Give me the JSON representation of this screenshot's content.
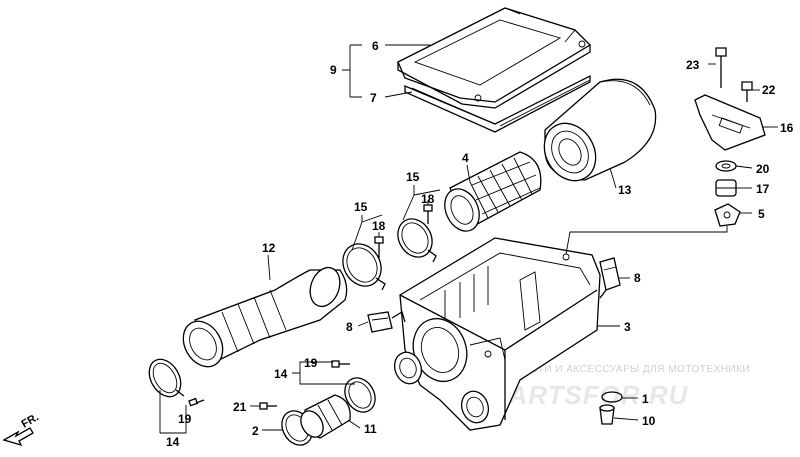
{
  "diagram": {
    "callouts": [
      {
        "id": "c6",
        "text": "6"
      },
      {
        "id": "c9",
        "text": "9"
      },
      {
        "id": "c7",
        "text": "7"
      },
      {
        "id": "c23",
        "text": "23"
      },
      {
        "id": "c22",
        "text": "22"
      },
      {
        "id": "c16",
        "text": "16"
      },
      {
        "id": "c4",
        "text": "4"
      },
      {
        "id": "c13",
        "text": "13"
      },
      {
        "id": "c20",
        "text": "20"
      },
      {
        "id": "c17",
        "text": "17"
      },
      {
        "id": "c5",
        "text": "5"
      },
      {
        "id": "c15a",
        "text": "15"
      },
      {
        "id": "c15b",
        "text": "15"
      },
      {
        "id": "c18a",
        "text": "18"
      },
      {
        "id": "c18b",
        "text": "18"
      },
      {
        "id": "c12",
        "text": "12"
      },
      {
        "id": "c8a",
        "text": "8"
      },
      {
        "id": "c8b",
        "text": "8"
      },
      {
        "id": "c3",
        "text": "3"
      },
      {
        "id": "c19a",
        "text": "19"
      },
      {
        "id": "c14a",
        "text": "14"
      },
      {
        "id": "c19b",
        "text": "19"
      },
      {
        "id": "c14b",
        "text": "14"
      },
      {
        "id": "c21",
        "text": "21"
      },
      {
        "id": "c2",
        "text": "2"
      },
      {
        "id": "c11",
        "text": "11"
      },
      {
        "id": "c1",
        "text": "1"
      },
      {
        "id": "c10",
        "text": "10"
      }
    ],
    "front_marker": "FR.",
    "watermark_top": "ЗАПЧАСТИ И АКСЕССУАРЫ ДЛЯ МОТОТЕХНИКИ",
    "watermark_logo": "PARTSFOR.RU"
  }
}
